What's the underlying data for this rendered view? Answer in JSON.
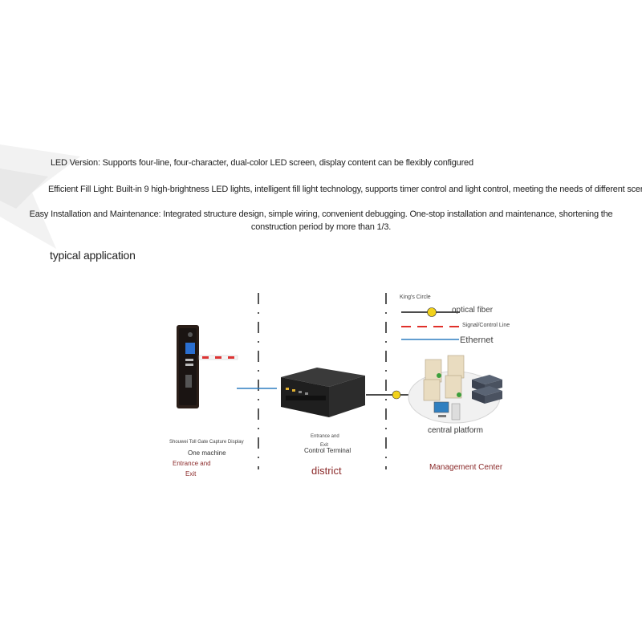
{
  "features": [
    "LED Version: Supports four-line, four-character, dual-color LED screen, display content can be flexibly configured",
    "Efficient Fill Light: Built-in 9 high-brightness LED lights, intelligent fill light technology, supports timer control and light control, meeting the needs of different scenarios",
    "Easy Installation and Maintenance: Integrated structure design, simple wiring, convenient debugging. One-stop installation and maintenance, shortening the construction period by more than 1/3."
  ],
  "section_title": "typical application",
  "diagram": {
    "legend": {
      "title": "King's Circle",
      "optical_fiber": "optical fiber",
      "signal_control": "Signal/Control Line",
      "ethernet": "Ethernet"
    },
    "device1": {
      "caption": "Shouwei Toll Gate Capture Display",
      "name": "One machine",
      "zone_line1": "Entrance and",
      "zone_line2": "Exit"
    },
    "device2": {
      "caption_line1": "Entrance and",
      "caption_line2": "Exit",
      "caption_line3": "Control Terminal",
      "zone": "district"
    },
    "device3": {
      "name": "central platform",
      "zone": "Management Center"
    },
    "colors": {
      "accent_red": "#8b2a2a",
      "ethernet_blue": "#2f7fc0",
      "signal_red": "#e0302a",
      "fiber_yellow": "#f2d21b"
    }
  }
}
